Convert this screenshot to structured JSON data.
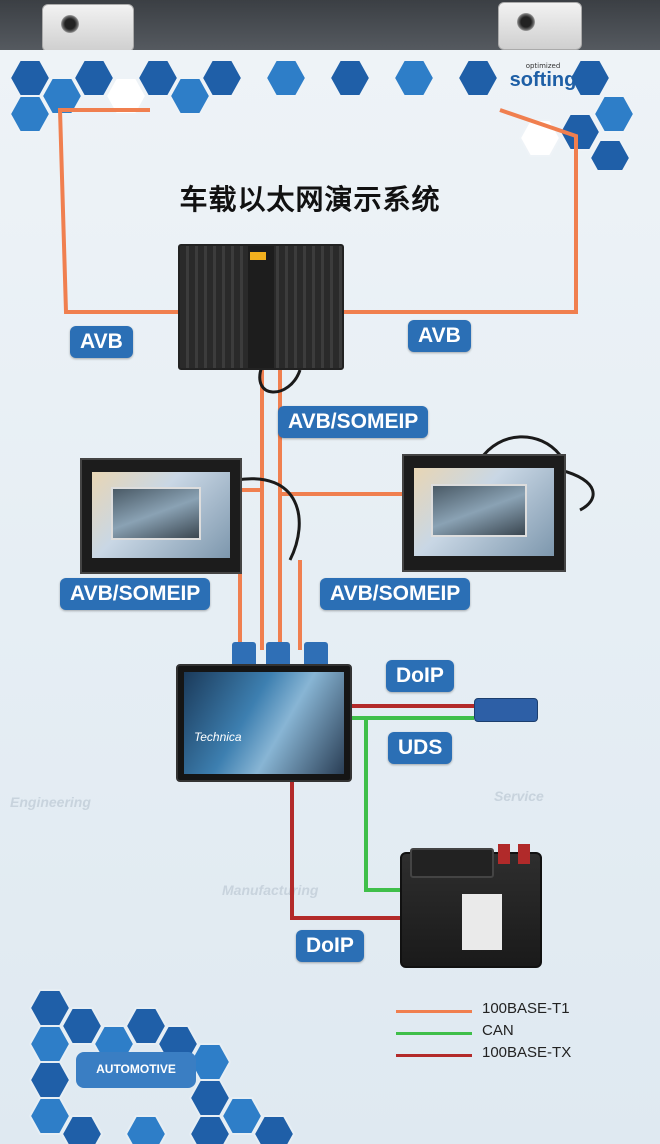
{
  "title": "车载以太网演示系统",
  "logo": {
    "small": "optimized",
    "brand": "softing"
  },
  "labels": {
    "avb_left": "AVB",
    "avb_right": "AVB",
    "avb_someip_center": "AVB/SOMEIP",
    "avb_someip_left": "AVB/SOMEIP",
    "avb_someip_right": "AVB/SOMEIP",
    "doip_top": "DoIP",
    "uds": "UDS",
    "doip_bottom": "DoIP"
  },
  "tablet_brand": "Technica",
  "background_words": {
    "engineering": "Engineering",
    "service": "Service",
    "manufacturing": "Manufacturing"
  },
  "automotive": {
    "title": "AUTOMOTIVE",
    "subtitle": ""
  },
  "legend": [
    {
      "label": "100BASE-T1",
      "color": "#f07f4f"
    },
    {
      "label": "CAN",
      "color": "#3fbf4a"
    },
    {
      "label": "100BASE-TX",
      "color": "#b32a2a"
    }
  ],
  "colors": {
    "t1": "#f07f4f",
    "can": "#3fbf4a",
    "tx": "#b32a2a",
    "label_blue": "#2b6fb5",
    "hex_blue": "#1f5fa8"
  }
}
